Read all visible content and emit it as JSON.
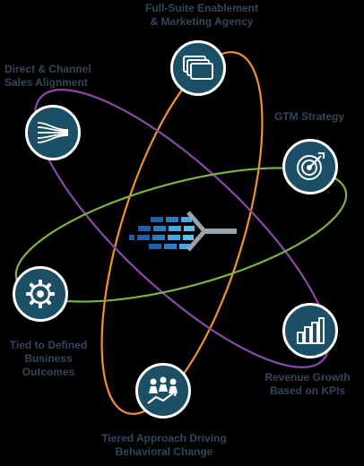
{
  "colors": {
    "background": "#000000",
    "node_fill": "#1b4f66",
    "node_ring": "#ffffff",
    "label_text": "#33465c",
    "orbit_orange": "#f0922e",
    "orbit_purple": "#8a4aa8",
    "orbit_green": "#7cb342",
    "center_dark": "#1f5fa8",
    "center_light": "#5ec0ea",
    "center_gray": "#9aa3aa"
  },
  "center_logo": {
    "icon": "arrow-blocks-logo"
  },
  "nodes": [
    {
      "id": "agency",
      "icon": "layers-icon",
      "label": "Full-Suite Enablement\n& Marketing Agency"
    },
    {
      "id": "sales",
      "icon": "flow-lines-icon",
      "label": "Direct & Channel\nSales Alignment"
    },
    {
      "id": "gtm",
      "icon": "target-icon",
      "label": "GTM Strategy"
    },
    {
      "id": "outcomes",
      "icon": "gear-icon",
      "label": "Tied to Defined\nBusiness\nOutcomes"
    },
    {
      "id": "revenue",
      "icon": "bar-chart-icon",
      "label": "Revenue Growth\nBased on KPIs"
    },
    {
      "id": "tiered",
      "icon": "team-growth-icon",
      "label": "Tiered Approach Driving\nBehavioral Change"
    }
  ]
}
